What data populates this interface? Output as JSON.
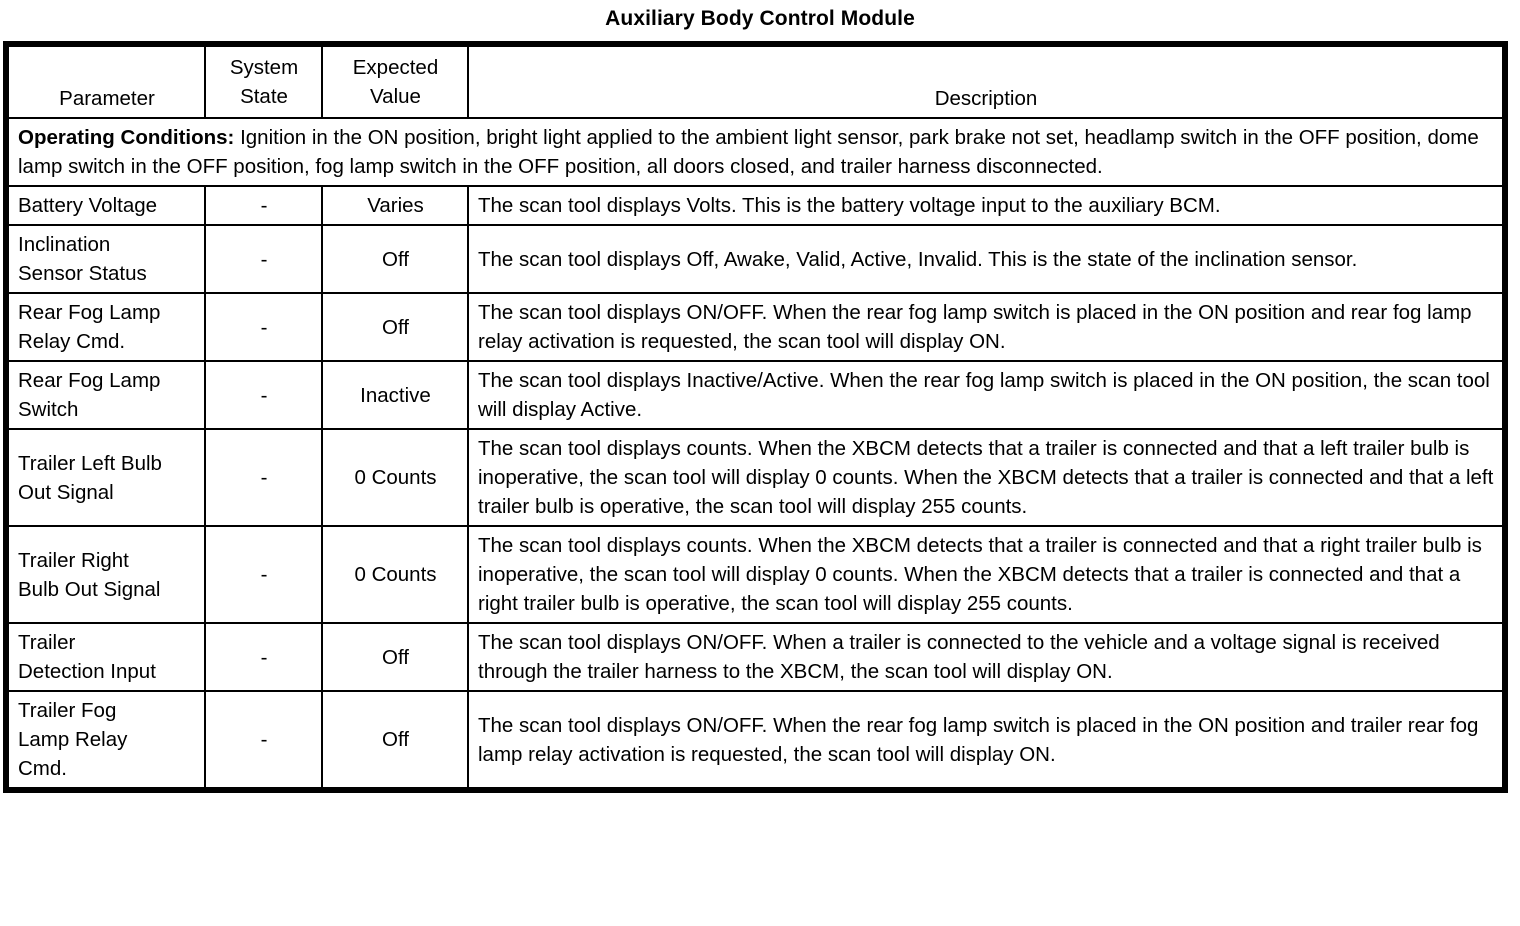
{
  "document": {
    "title": "Auxiliary Body Control Module"
  },
  "table": {
    "headers": {
      "parameter": "Parameter",
      "system_state": "System\nState",
      "expected_value": "Expected\nValue",
      "description": "Description"
    },
    "operating_conditions": {
      "label": "Operating Conditions:",
      "text": " Ignition in the ON position, bright light applied to the ambient light sensor, park brake not set, headlamp switch in the OFF position, dome lamp switch in the OFF position, fog lamp switch in the OFF position, all doors closed, and trailer harness disconnected."
    },
    "rows": [
      {
        "parameter": "Battery Voltage",
        "system_state": "-",
        "expected_value": "Varies",
        "description": "The scan tool displays Volts. This is the battery voltage input to the auxiliary BCM."
      },
      {
        "parameter": "Inclination\nSensor Status",
        "system_state": "-",
        "expected_value": "Off",
        "description": "The scan tool displays Off, Awake, Valid, Active, Invalid. This is the state of the inclination sensor."
      },
      {
        "parameter": "Rear Fog Lamp\nRelay Cmd.",
        "system_state": "-",
        "expected_value": "Off",
        "description": "The scan tool displays ON/OFF. When the rear fog lamp switch is placed in the ON position and rear fog lamp relay activation is requested, the scan tool will display ON."
      },
      {
        "parameter": "Rear Fog Lamp\nSwitch",
        "system_state": "-",
        "expected_value": "Inactive",
        "description": "The scan tool displays Inactive/Active. When the rear fog lamp switch is placed in the ON position, the scan tool will display Active."
      },
      {
        "parameter": "Trailer Left Bulb\nOut Signal",
        "system_state": "-",
        "expected_value": "0 Counts",
        "description": "The scan tool displays counts. When the XBCM detects that a trailer is connected and that a left trailer bulb is inoperative, the scan tool will display 0 counts. When the XBCM detects that a trailer is connected and that a left trailer bulb is operative, the scan tool will display 255 counts."
      },
      {
        "parameter": "Trailer Right\nBulb Out Signal",
        "system_state": "-",
        "expected_value": "0 Counts",
        "description": "The scan tool displays counts. When the XBCM detects that a trailer is connected and that a right trailer bulb is inoperative, the scan tool will display 0 counts. When the XBCM detects that a trailer is connected and that a right trailer bulb is operative, the scan tool will display 255 counts."
      },
      {
        "parameter": "Trailer\nDetection Input",
        "system_state": "-",
        "expected_value": "Off",
        "description": "The scan tool displays ON/OFF. When a trailer is connected to the vehicle and a voltage signal is received through the trailer harness to the XBCM, the scan tool will display ON."
      },
      {
        "parameter": "Trailer Fog\nLamp Relay\nCmd.",
        "system_state": "-",
        "expected_value": "Off",
        "description": "The scan tool displays ON/OFF. When the rear fog lamp switch is placed in the ON position and trailer rear fog lamp relay activation is requested, the scan tool will display ON."
      }
    ]
  },
  "style": {
    "text_color": "#000000",
    "background_color": "#ffffff",
    "border_color": "#000000"
  }
}
